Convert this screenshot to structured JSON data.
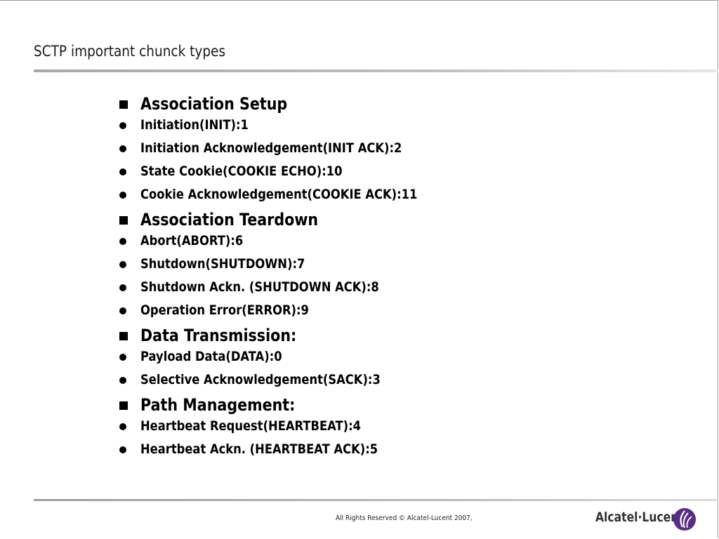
{
  "slide": {
    "title": "SCTP important chunck types"
  },
  "items": [
    {
      "type": "section",
      "label": "Association Setup"
    },
    {
      "type": "sub",
      "label": "Initiation(INIT):1"
    },
    {
      "type": "sub",
      "label": "Initiation Acknowledgement(INIT ACK):2"
    },
    {
      "type": "sub",
      "label": "State Cookie(COOKIE ECHO):10"
    },
    {
      "type": "sub",
      "label": "Cookie Acknowledgement(COOKIE ACK):11"
    },
    {
      "type": "section",
      "label": "Association Teardown"
    },
    {
      "type": "sub",
      "label": "Abort(ABORT):6"
    },
    {
      "type": "sub",
      "label": "Shutdown(SHUTDOWN):7"
    },
    {
      "type": "sub",
      "label": "Shutdown Ackn. (SHUTDOWN ACK):8"
    },
    {
      "type": "sub",
      "label": "Operation Error(ERROR):9"
    },
    {
      "type": "section",
      "label": "Data Transmission:"
    },
    {
      "type": "sub",
      "label": "Payload Data(DATA):0"
    },
    {
      "type": "sub",
      "label": "Selective Acknowledgement(SACK):3"
    },
    {
      "type": "section",
      "label": "Path Management:"
    },
    {
      "type": "sub",
      "label": "Heartbeat Request(HEARTBEAT):4"
    },
    {
      "type": "sub",
      "label": "Heartbeat Ackn. (HEARTBEAT ACK):5"
    }
  ],
  "footer": {
    "copyright": "All Rights Reserved © Alcatel-Lucent 2007,",
    "brand": "Alcatel·Lucent",
    "logo_icon": "alcatel-lucent-logo-icon"
  },
  "colors": {
    "logo_purple": "#5b2c83",
    "title_text": "#1a1a1a"
  }
}
